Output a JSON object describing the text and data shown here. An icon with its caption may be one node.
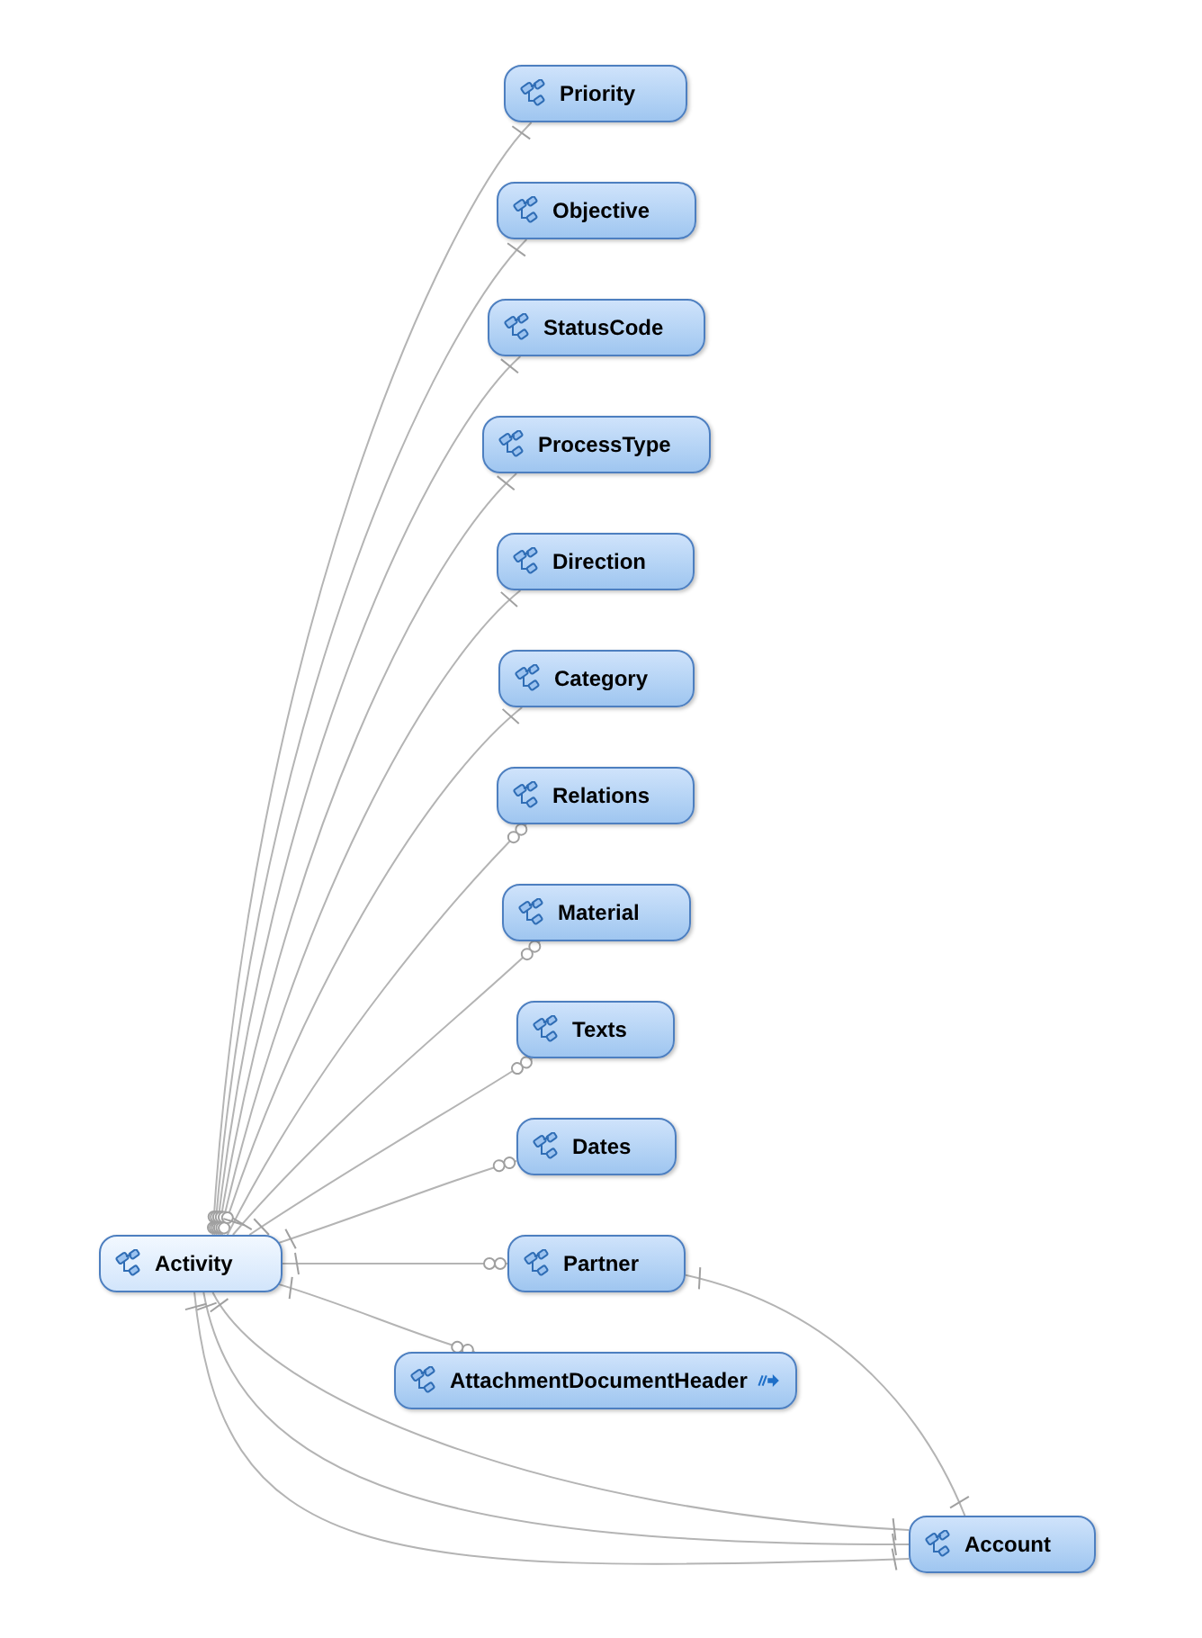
{
  "diagram": {
    "nodes": [
      {
        "text": [
          "Priority"
        ]
      },
      {
        "text": [
          "Objective"
        ]
      },
      {
        "text": [
          "StatusCode"
        ]
      },
      {
        "text": [
          "ProcessType"
        ]
      },
      {
        "text": [
          "Direction"
        ]
      },
      {
        "text": [
          "Category"
        ]
      },
      {
        "text": [
          "Relations"
        ]
      },
      {
        "text": [
          "Material"
        ]
      },
      {
        "text": [
          "Texts"
        ]
      },
      {
        "text": [
          "Dates"
        ]
      },
      {
        "text": [
          "Activity"
        ]
      },
      {
        "text": [
          "Partner"
        ]
      },
      {
        "text": [
          "AttachmentDocumentHeader"
        ]
      },
      {
        "text": [
          "Account"
        ]
      }
    ],
    "edges": [
      {
        "from": 10,
        "to": 0,
        "arrow": "other"
      },
      {
        "from": 10,
        "to": 1,
        "arrow": "other"
      },
      {
        "from": 10,
        "to": 2,
        "arrow": "other"
      },
      {
        "from": 10,
        "to": 3,
        "arrow": "other"
      },
      {
        "from": 10,
        "to": 4,
        "arrow": "other"
      },
      {
        "from": 10,
        "to": 5,
        "arrow": "other"
      },
      {
        "from": 10,
        "to": 6,
        "arrow": "other"
      },
      {
        "from": 10,
        "to": 7,
        "arrow": "other"
      },
      {
        "from": 10,
        "to": 8,
        "arrow": "other"
      },
      {
        "from": 10,
        "to": 9,
        "arrow": "other"
      },
      {
        "from": 10,
        "to": 11,
        "arrow": "other"
      },
      {
        "from": 10,
        "to": 12,
        "arrow": "other"
      },
      {
        "from": 11,
        "to": 13,
        "arrow": "other"
      },
      {
        "from": 10,
        "to": 13,
        "arrow": "other"
      },
      {
        "from": 10,
        "to": 13,
        "arrow": "other"
      },
      {
        "from": 10,
        "to": 13,
        "arrow": "other"
      }
    ]
  }
}
